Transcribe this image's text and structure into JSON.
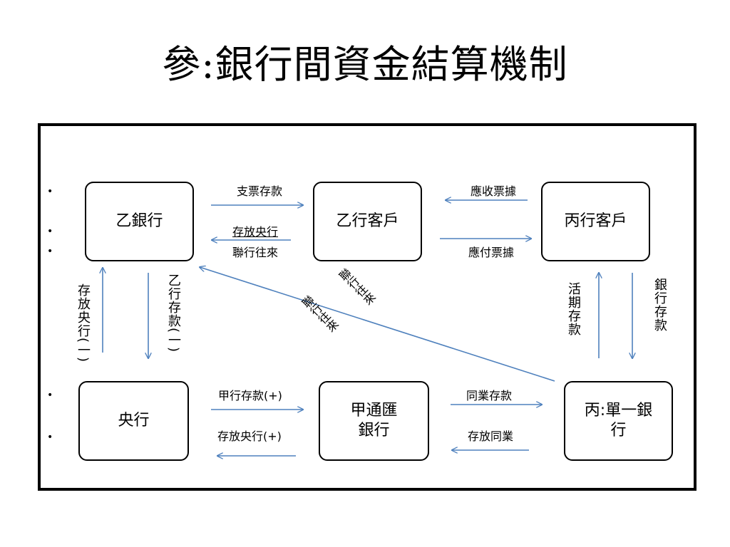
{
  "title": "參:銀行間資金結算機制",
  "nodes": {
    "bank_b": "乙銀行",
    "b_client": "乙行客戶",
    "c_client": "丙行客戶",
    "central": "央行",
    "bank_a": "甲通匯\n銀行",
    "bank_c": "丙:單一銀\n行"
  },
  "edges": {
    "check_deposit": "支票存款",
    "receivable_bills": "應收票據",
    "deposit_central": "存放央行",
    "interbank_account": "聯行往來",
    "payable_bills": "應付票據",
    "deposit_central_1": "存放央行(一)",
    "b_deposit_1": "乙行存款(一)",
    "interbank_diag_1": "聯行往來",
    "interbank_diag_2": "聯行往來",
    "demand_deposit": "活期存款",
    "bank_deposit": "銀行存款",
    "a_deposit_plus": "甲行存款(+)",
    "deposit_central_plus": "存放央行(+)",
    "interbank_deposit": "同業存款",
    "deposit_interbank": "存放同業"
  },
  "bullets": [
    "•",
    "•",
    "•",
    "•",
    "•"
  ],
  "colors": {
    "arrow": "#4f81bd",
    "border": "#000000"
  }
}
